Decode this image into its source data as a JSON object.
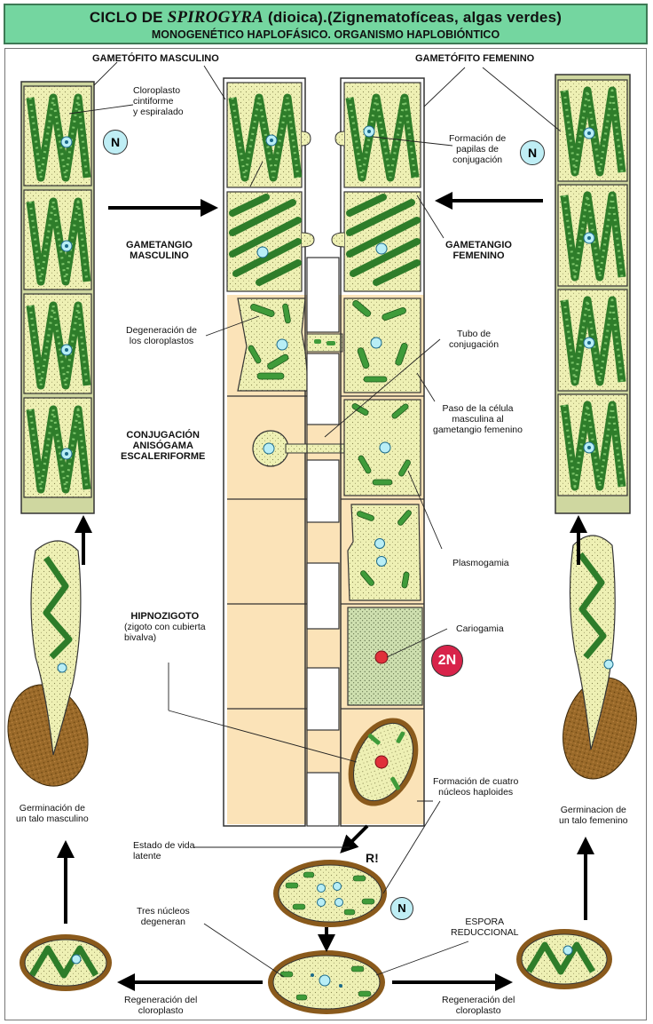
{
  "header": {
    "title_prefix": "CICLO DE ",
    "title_genus": "SPIROGYRA",
    "title_suffix": " (dioica).(Zignematofíceas, algas verdes)",
    "subtitle": "MONOGENÉTICO HAPLOFÁSICO. ORGANISMO HAPLOBIÓNTICO"
  },
  "labels": {
    "gametofito_masculino": "GAMETÓFITO MASCULINO",
    "gametofito_femenino": "GAMETÓFITO FEMENINO",
    "cloroplasto_l1": "Cloroplasto",
    "cloroplasto_l2": "cintiforme",
    "cloroplasto_l3": "y espiralado",
    "papilas_l1": "Formación de",
    "papilas_l2": "papilas de",
    "papilas_l3": "conjugación",
    "gametangio_m_l1": "GAMETANGIO",
    "gametangio_m_l2": "MASCULINO",
    "gametangio_f_l1": "GAMETANGIO",
    "gametangio_f_l2": "FEMENINO",
    "degeneracion_l1": "Degeneración de",
    "degeneracion_l2": "los cloroplastos",
    "tubo_l1": "Tubo de",
    "tubo_l2": "conjugación",
    "paso_l1": "Paso de la célula",
    "paso_l2": "masculina al",
    "paso_l3": "gametangio femenino",
    "conjugacion_l1": "CONJUGACIÓN",
    "conjugacion_l2": "ANISÓGAMA",
    "conjugacion_l3": "ESCALERIFORME",
    "plasmogamia": "Plasmogamia",
    "cariogamia": "Cariogamia",
    "hipnozigoto_l1": "HIPNOZIGOTO",
    "hipnozigoto_l2": "(zigoto con cubierta",
    "hipnozigoto_l3": "bivalva)",
    "germ_masc_l1": "Germinación de",
    "germ_masc_l2": "un talo masculino",
    "germ_fem_l1": "Germinacion de",
    "germ_fem_l2": "un talo femenino",
    "cuatro_l1": "Formación de cuatro",
    "cuatro_l2": "núcleos haploides",
    "latente_l1": "Estado de vida",
    "latente_l2": "latente",
    "r_mark": "R!",
    "tres_l1": "Tres núcleos",
    "tres_l2": "degeneran",
    "espora_l1": "ESPORA",
    "espora_l2": "REDUCCIONAL",
    "regen_l_l1": "Regeneración del",
    "regen_l_l2": "cloroplasto",
    "regen_r_l1": "Regeneración del",
    "regen_r_l2": "cloroplasto"
  },
  "badges": {
    "haploid": "N",
    "diploid": "2N"
  },
  "colors": {
    "header_bg": "#74d6a0",
    "cell_fill": "#eef0b4",
    "chloroplast": "#3f9b3a",
    "tan_bg": "#fbe3b8",
    "haploid_badge": "#bfeef5",
    "diploid_badge": "#d8234a",
    "zygote_wall": "#8a5a1c"
  }
}
